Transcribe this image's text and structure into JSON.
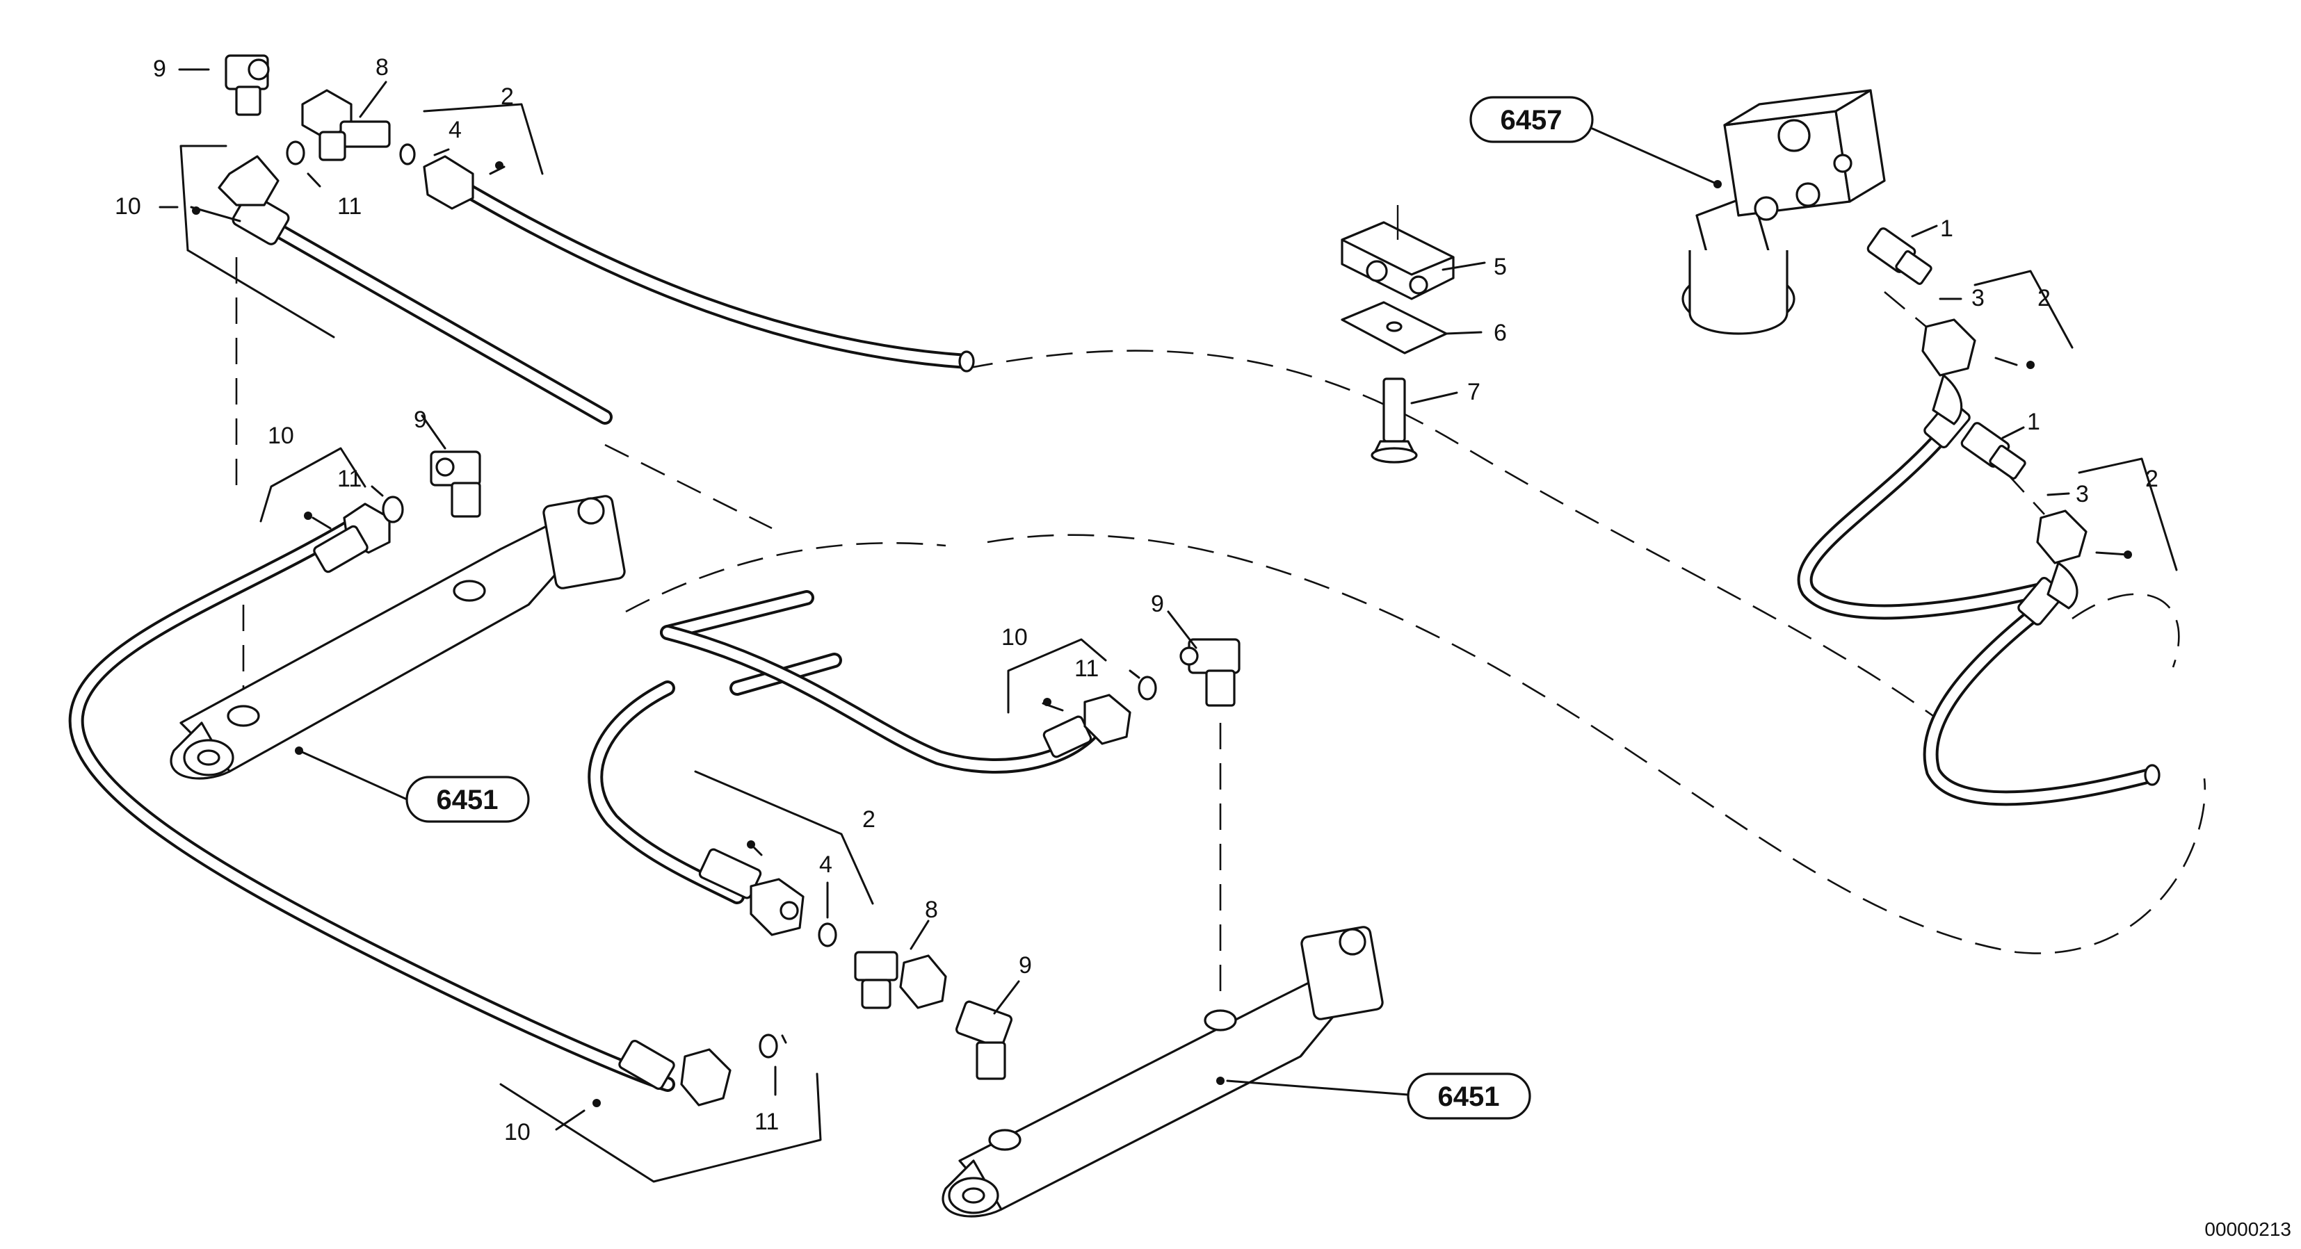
{
  "diagram": {
    "document_number": "00000213",
    "assembly_refs": {
      "steering_unit": "6457",
      "cylinder_left": "6451",
      "cylinder_right": "6451"
    },
    "callouts": {
      "c9_a": "9",
      "c8_a": "8",
      "c2_a": "2",
      "c4_a": "4",
      "c10_a": "10",
      "c11_a": "11",
      "c10_b": "10",
      "c9_b": "9",
      "c11_b": "11",
      "c5": "5",
      "c6": "6",
      "c7": "7",
      "c1_a": "1",
      "c3_a": "3",
      "c2_b": "2",
      "c1_b": "1",
      "c3_b": "3",
      "c2_c": "2",
      "c10_c": "10",
      "c9_c": "9",
      "c11_c": "11",
      "c2_d": "2",
      "c4_b": "4",
      "c8_b": "8",
      "c9_d": "9",
      "c11_d": "11",
      "c10_d": "10"
    }
  }
}
